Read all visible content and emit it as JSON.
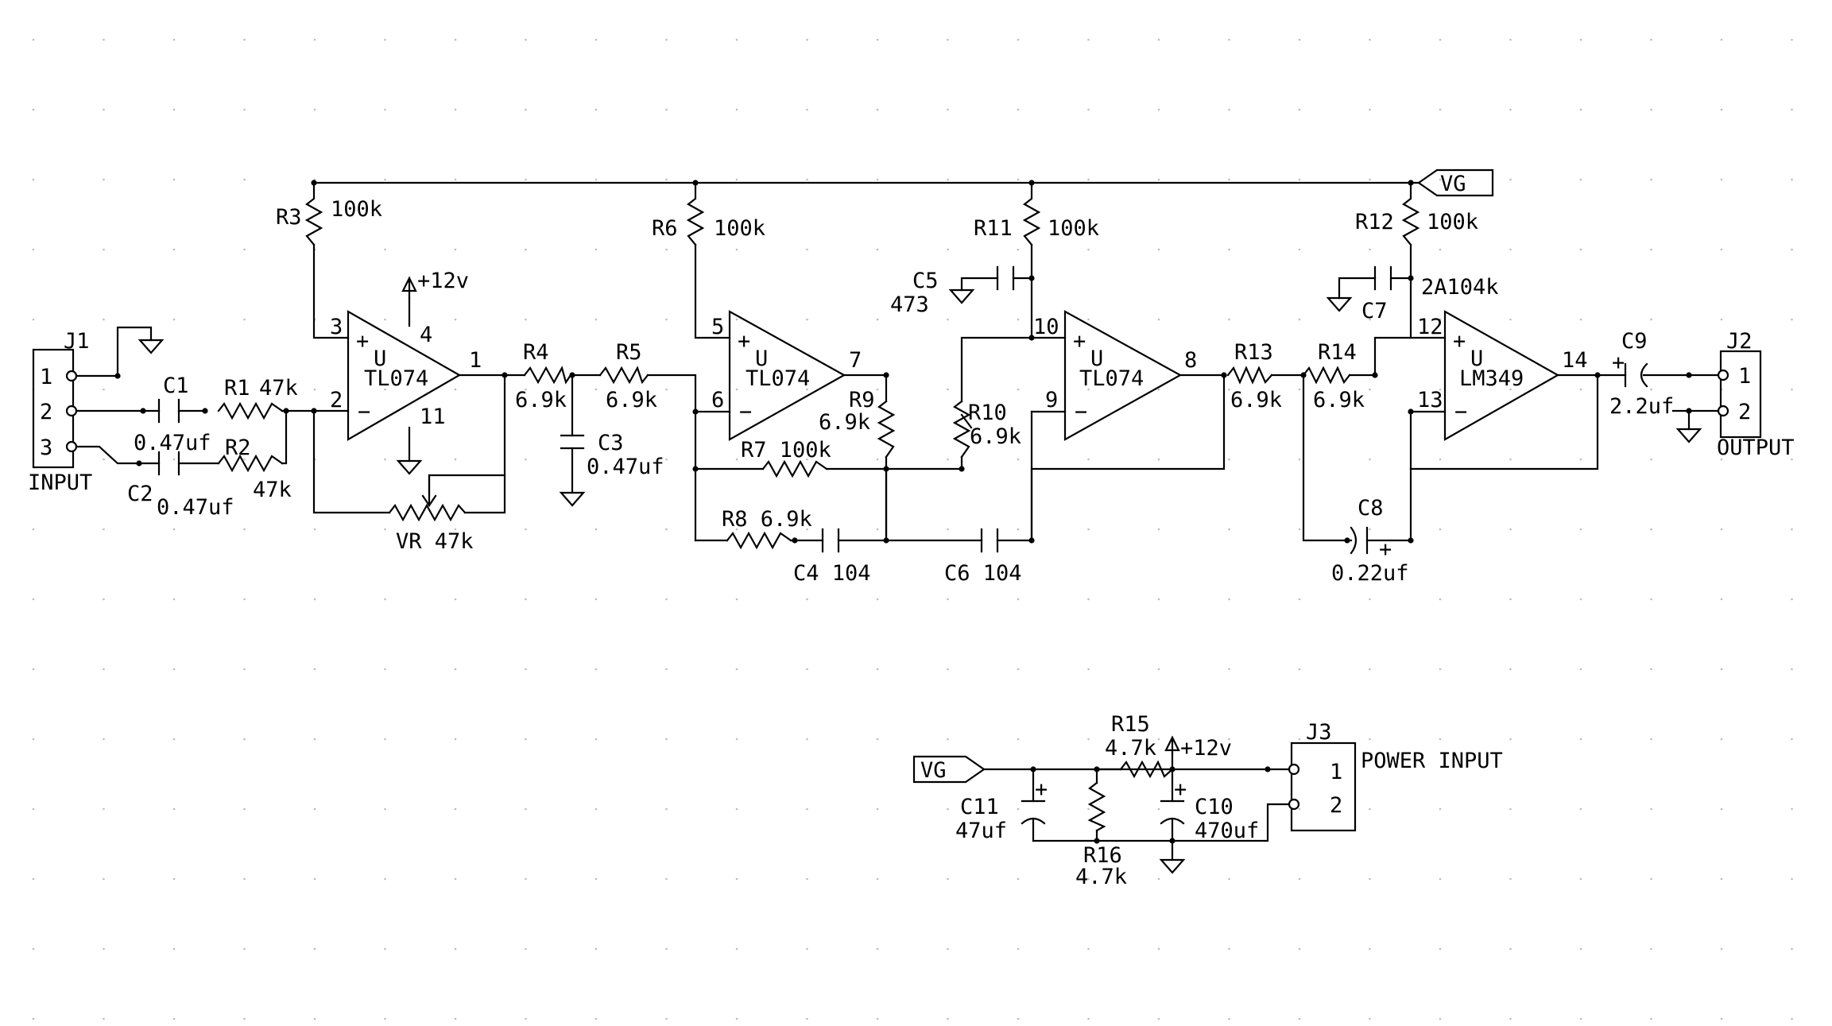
{
  "labels": {
    "J1": "J1",
    "J2": "J2",
    "J3": "J3",
    "j1_p1": "1",
    "j1_p2": "2",
    "j1_p3": "3",
    "input": "INPUT",
    "j2_p1": "1",
    "j2_p2": "2",
    "output": "OUTPUT",
    "j3_p1": "1",
    "j3_p2": "2",
    "power_input": "POWER INPUT",
    "C1": "C1",
    "C1v": "0.47uf",
    "C2": "C2",
    "C2v": "0.47uf",
    "C3": "C3",
    "C3v": "0.47uf",
    "C4": "C4 104",
    "C5": "C5",
    "C5v": "473",
    "C6": "C6 104",
    "C7": "C7",
    "C7v": "2A104k",
    "C8": "C8",
    "C8v": "0.22uf",
    "C9": "C9",
    "C9v": "2.2uf",
    "C10": "C10",
    "C10v": "470uf",
    "C11": "C11",
    "C11v": "47uf",
    "R1": "R1",
    "R1v": "47k",
    "R2": "R2",
    "R2v": "47k",
    "R3": "R3",
    "R3v": "100k",
    "R4": "R4",
    "R4v": "6.9k",
    "R5": "R5",
    "R5v": "6.9k",
    "R6": "R6",
    "R6v": "100k",
    "R7": "R7 100k",
    "R8": "R8 6.9k",
    "R9": "R9",
    "R9v": "6.9k",
    "R10": "R10",
    "R10v": "6.9k",
    "R11": "R11",
    "R11v": "100k",
    "R12": "R12",
    "R12v": "100k",
    "R13": "R13",
    "R13v": "6.9k",
    "R14": "R14",
    "R14v": "6.9k",
    "R15": "R15",
    "R15v": "4.7k",
    "R16": "R16",
    "R16v": "4.7k",
    "VR": "VR 47k",
    "plus12_a": "+12v",
    "plus12_b": "+12v",
    "vg_top": "VG",
    "vg_bottom": "VG",
    "U1": {
      "plus": "+",
      "minus": "−",
      "u": "U",
      "part": "TL074",
      "pin_p": "3",
      "pin_m": "2",
      "pin_o": "1",
      "pin_v": "4",
      "pin_g": "11"
    },
    "U2": {
      "plus": "+",
      "minus": "−",
      "u": "U",
      "part": "TL074",
      "pin_p": "5",
      "pin_m": "6",
      "pin_o": "7"
    },
    "U3": {
      "plus": "+",
      "minus": "−",
      "u": "U",
      "part": "TL074",
      "pin_p": "10",
      "pin_m": "9",
      "pin_o": "8"
    },
    "U4": {
      "plus": "+",
      "minus": "−",
      "u": "U",
      "part": "LM349",
      "pin_p": "12",
      "pin_m": "13",
      "pin_o": "14"
    },
    "pol_plus": "+"
  }
}
